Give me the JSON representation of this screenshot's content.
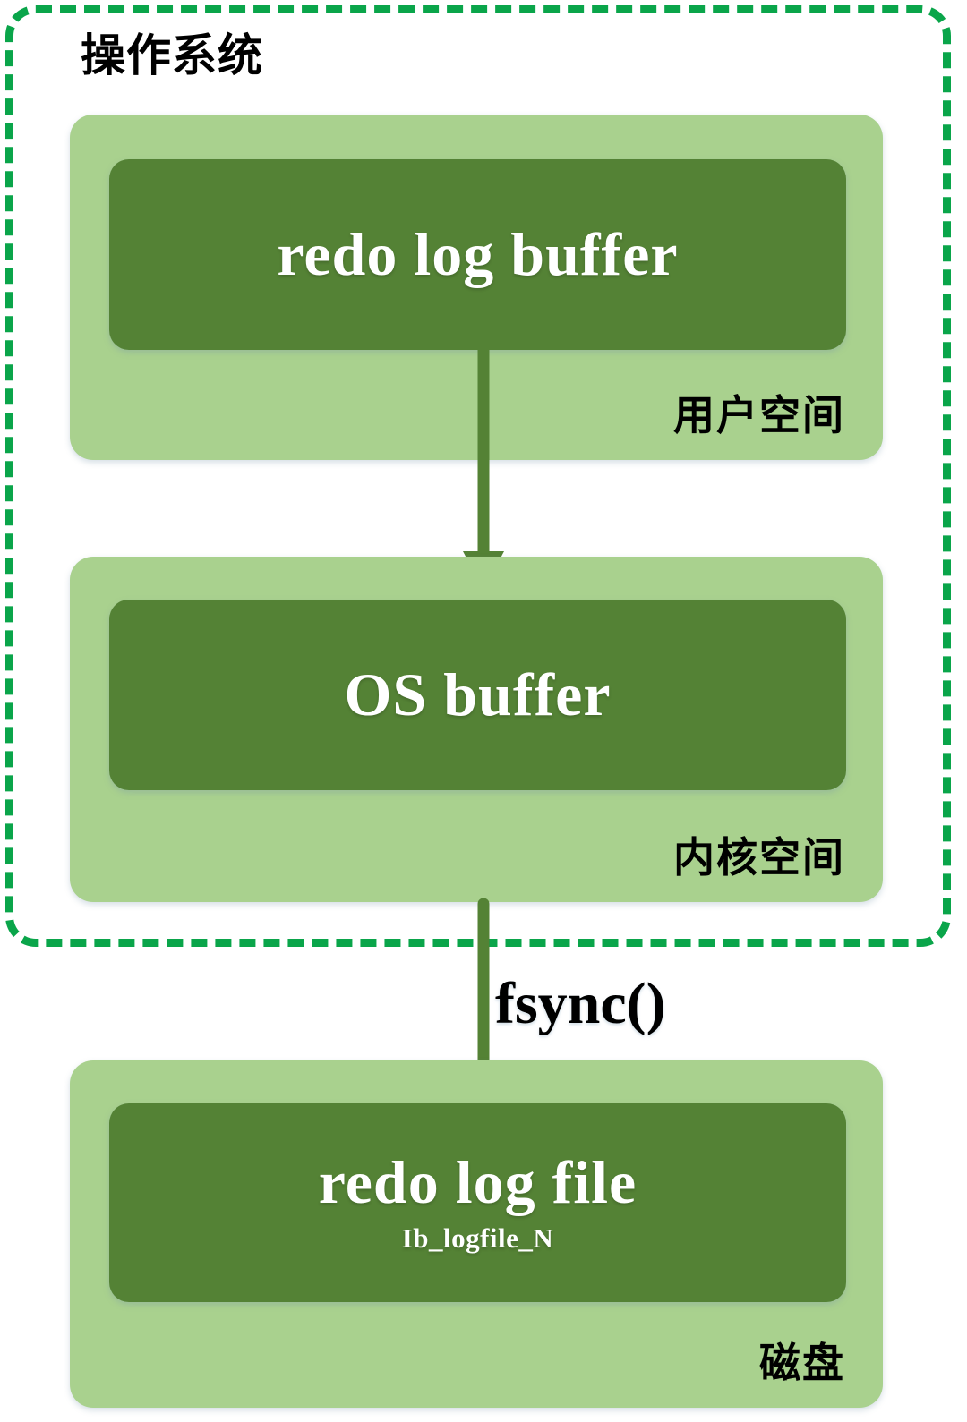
{
  "diagram": {
    "os_boundary_label": "操作系统",
    "fsync_label": "fsync()",
    "colors": {
      "boundary_dash": "#0AA54A",
      "panel_light_green": "#A9D18E",
      "box_dark_green": "#548235",
      "box_text": "#FFFFFF",
      "label_text": "#000000",
      "background": "#FFFFFF"
    },
    "sections": [
      {
        "region_label": "用户空间",
        "box_title": "redo log buffer",
        "box_subtitle": ""
      },
      {
        "region_label": "内核空间",
        "box_title": "OS buffer",
        "box_subtitle": ""
      },
      {
        "region_label": "磁盘",
        "box_title": "redo log file",
        "box_subtitle": "Ib_logfile_N"
      }
    ],
    "arrows": [
      {
        "name": "redo-log-buffer-to-os-buffer",
        "label": ""
      },
      {
        "name": "os-buffer-to-redo-log-file",
        "label": "fsync()"
      }
    ]
  }
}
